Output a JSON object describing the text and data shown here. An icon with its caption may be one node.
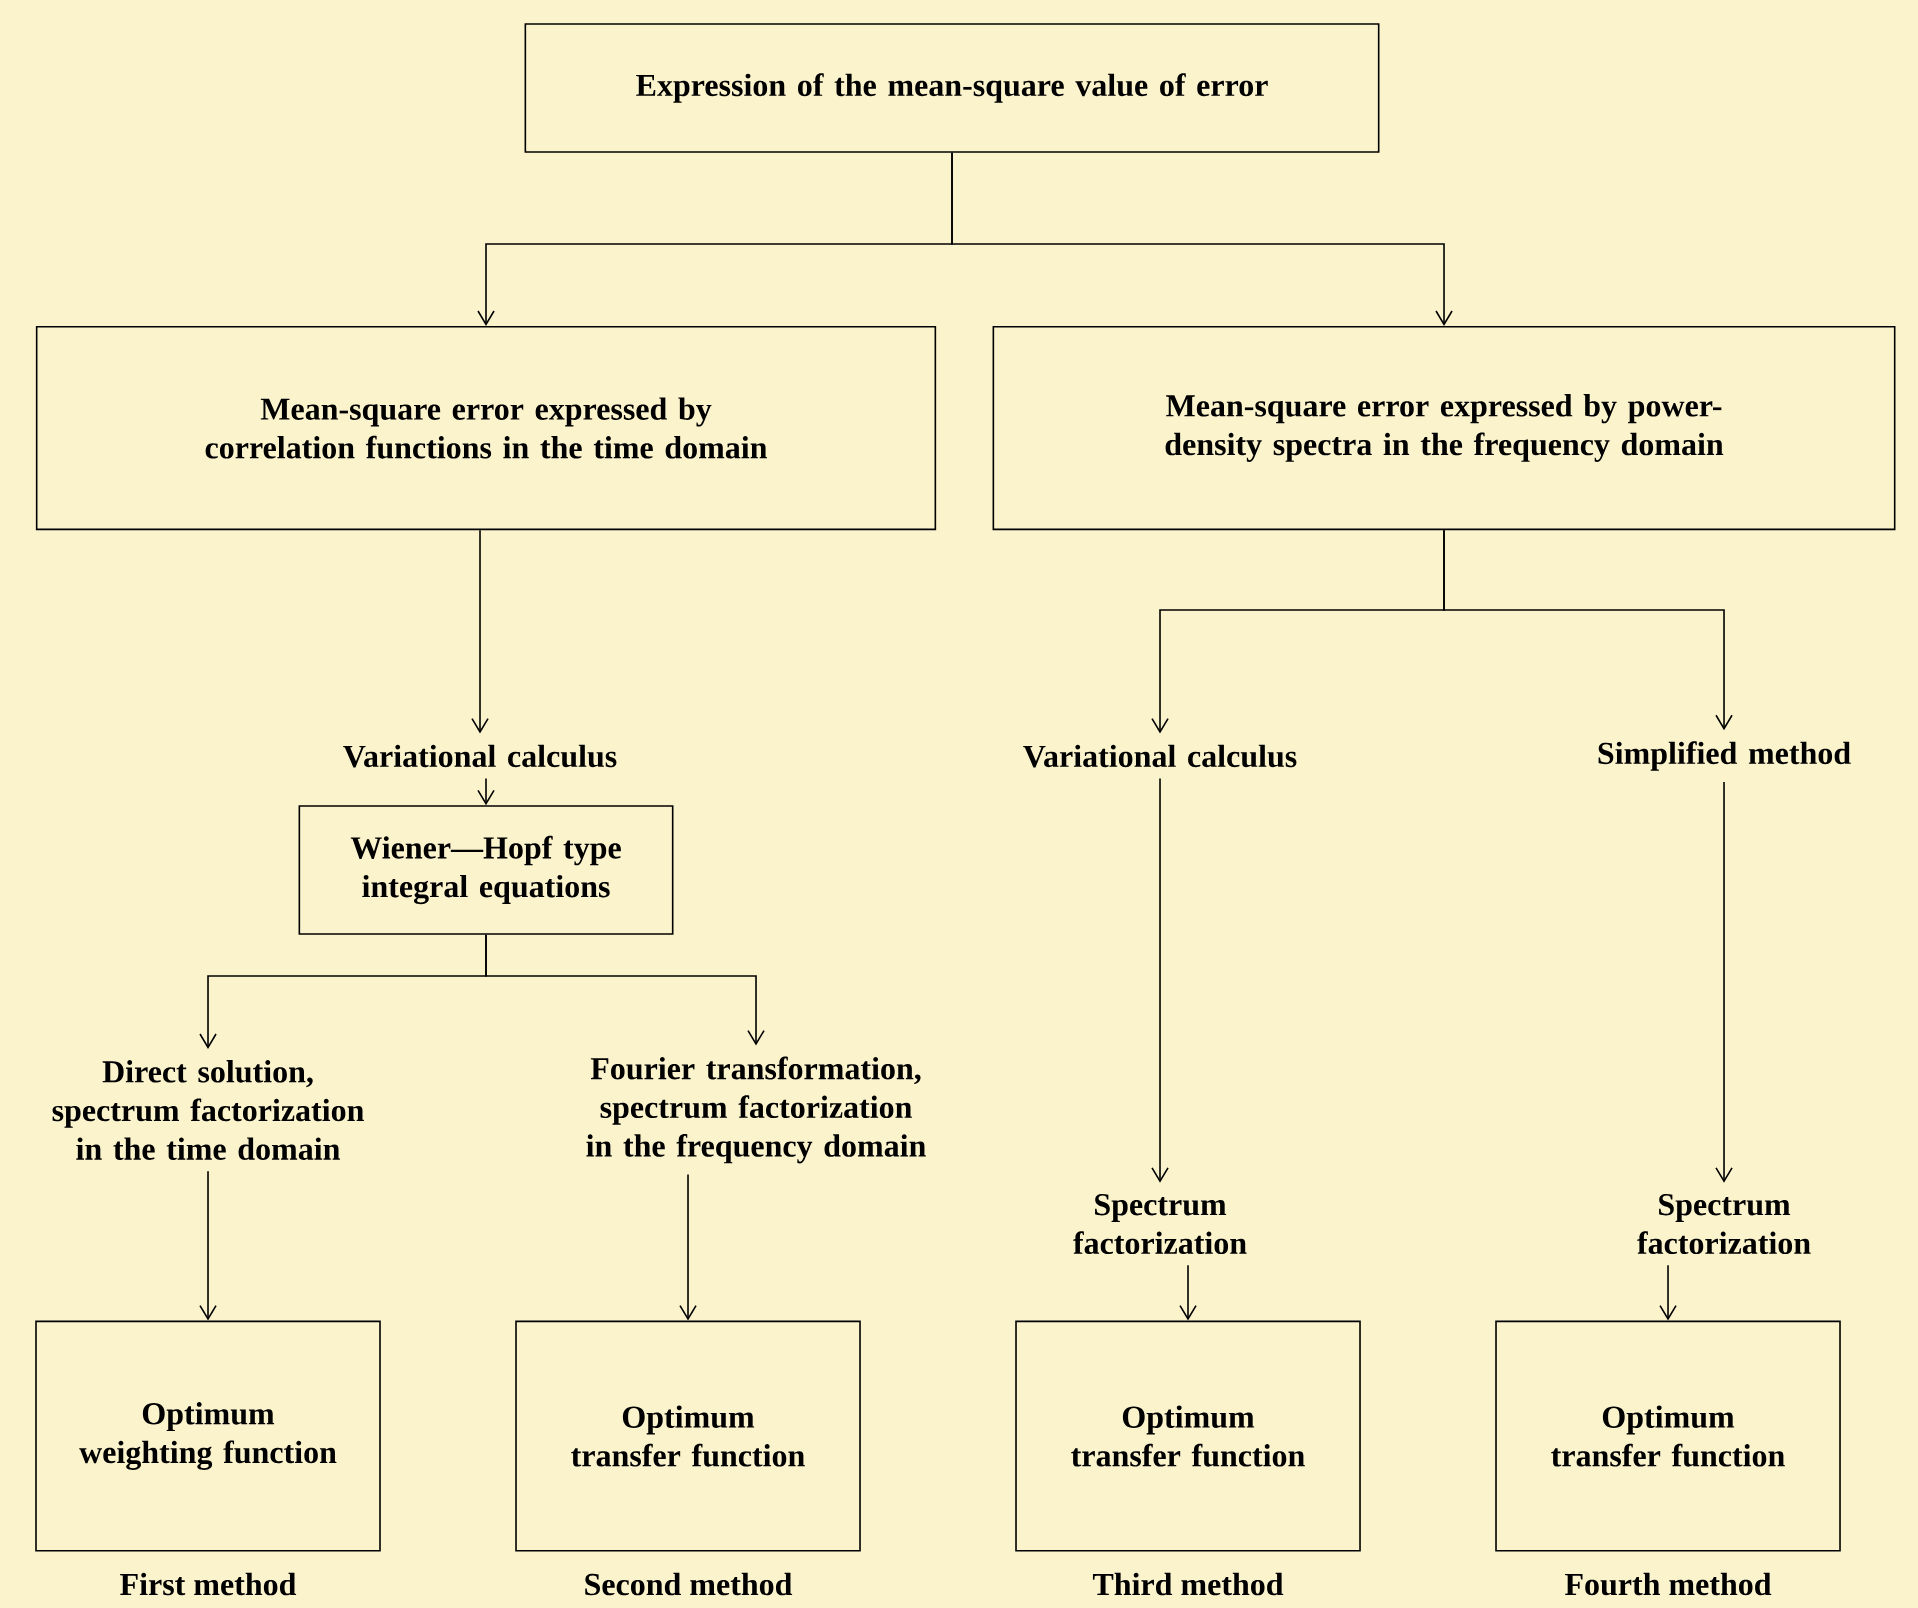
{
  "diagram": {
    "nodes": [
      {
        "text": [
          "Expression of the mean-square value of error"
        ]
      },
      {
        "text": [
          "Mean-square error expressed by correlation functions in the time domain"
        ]
      },
      {
        "text": [
          "Mean-square error expressed by power-density spectra in the frequency domain"
        ]
      },
      {
        "text": [
          "Variational calculus"
        ]
      },
      {
        "text": [
          "Wiener—Hopf type integral equations"
        ]
      },
      {
        "text": [
          "Direct solution, spectrum factorization in the time domain"
        ]
      },
      {
        "text": [
          "Fourier transformation, spectrum factorization in the frequency domain"
        ]
      },
      {
        "text": [
          "Variational calculus"
        ]
      },
      {
        "text": [
          "Simplified method"
        ]
      },
      {
        "text": [
          "Spectrum factorization"
        ]
      },
      {
        "text": [
          "Spectrum factorization"
        ]
      },
      {
        "text": [
          "Optimum weighting function"
        ],
        "beside": [
          "First method"
        ]
      },
      {
        "text": [
          "Optimum transfer function"
        ],
        "beside": [
          "Second method"
        ]
      },
      {
        "text": [
          "Optimum transfer function"
        ],
        "beside": [
          "Third method"
        ]
      },
      {
        "text": [
          "Optimum transfer function"
        ],
        "beside": [
          "Fourth method"
        ]
      }
    ],
    "edges": [
      {
        "from": 0,
        "to": 1,
        "arrow": "to"
      },
      {
        "from": 0,
        "to": 2,
        "arrow": "to"
      },
      {
        "from": 1,
        "to": 3,
        "arrow": "to"
      },
      {
        "from": 3,
        "to": 4,
        "arrow": "to"
      },
      {
        "from": 4,
        "to": 5,
        "arrow": "to"
      },
      {
        "from": 4,
        "to": 6,
        "arrow": "to"
      },
      {
        "from": 5,
        "to": 11,
        "arrow": "to"
      },
      {
        "from": 6,
        "to": 12,
        "arrow": "to"
      },
      {
        "from": 2,
        "to": 7,
        "arrow": "to"
      },
      {
        "from": 2,
        "to": 8,
        "arrow": "to"
      },
      {
        "from": 7,
        "to": 9,
        "arrow": "to"
      },
      {
        "from": 9,
        "to": 13,
        "arrow": "to"
      },
      {
        "from": 8,
        "to": 10,
        "arrow": "to"
      },
      {
        "from": 10,
        "to": 14,
        "arrow": "to"
      }
    ]
  }
}
